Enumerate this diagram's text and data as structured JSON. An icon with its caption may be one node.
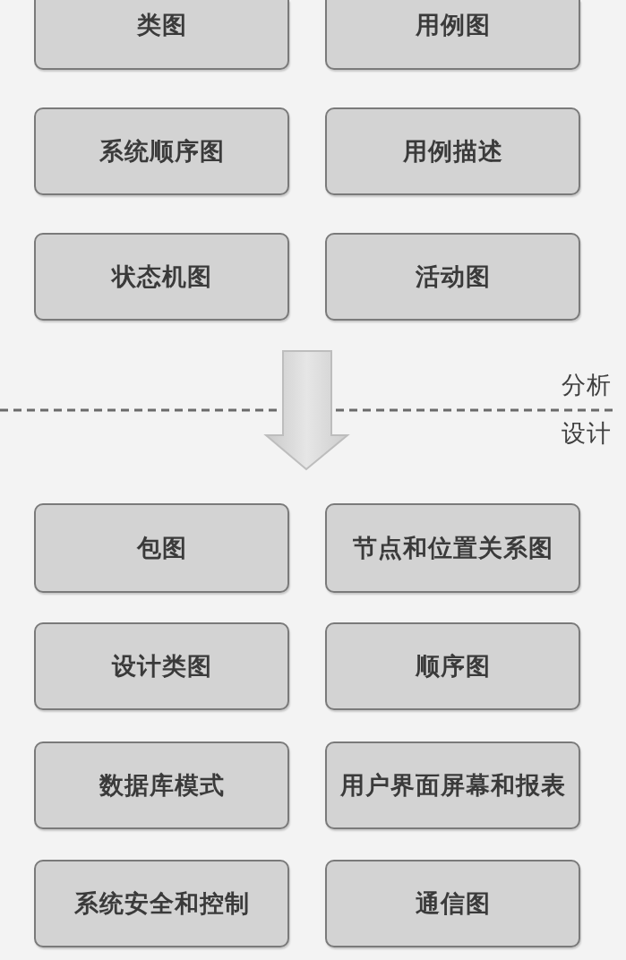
{
  "diagram": {
    "nodes": [
      {
        "text": [
          "类图"
        ]
      },
      {
        "text": [
          "用例图"
        ]
      },
      {
        "text": [
          "系统顺序图"
        ]
      },
      {
        "text": [
          "用例描述"
        ]
      },
      {
        "text": [
          "状态机图"
        ]
      },
      {
        "text": [
          "活动图"
        ]
      },
      {
        "text": [
          "包图"
        ]
      },
      {
        "text": [
          "节点和位置关系图"
        ]
      },
      {
        "text": [
          "设计类图"
        ]
      },
      {
        "text": [
          "顺序图"
        ]
      },
      {
        "text": [
          "数据库模式"
        ]
      },
      {
        "text": [
          "用户界面屏幕和报表"
        ]
      },
      {
        "text": [
          "系统安全和控制"
        ]
      },
      {
        "text": [
          "通信图"
        ]
      }
    ],
    "labels": [
      "分析",
      "设计"
    ]
  }
}
